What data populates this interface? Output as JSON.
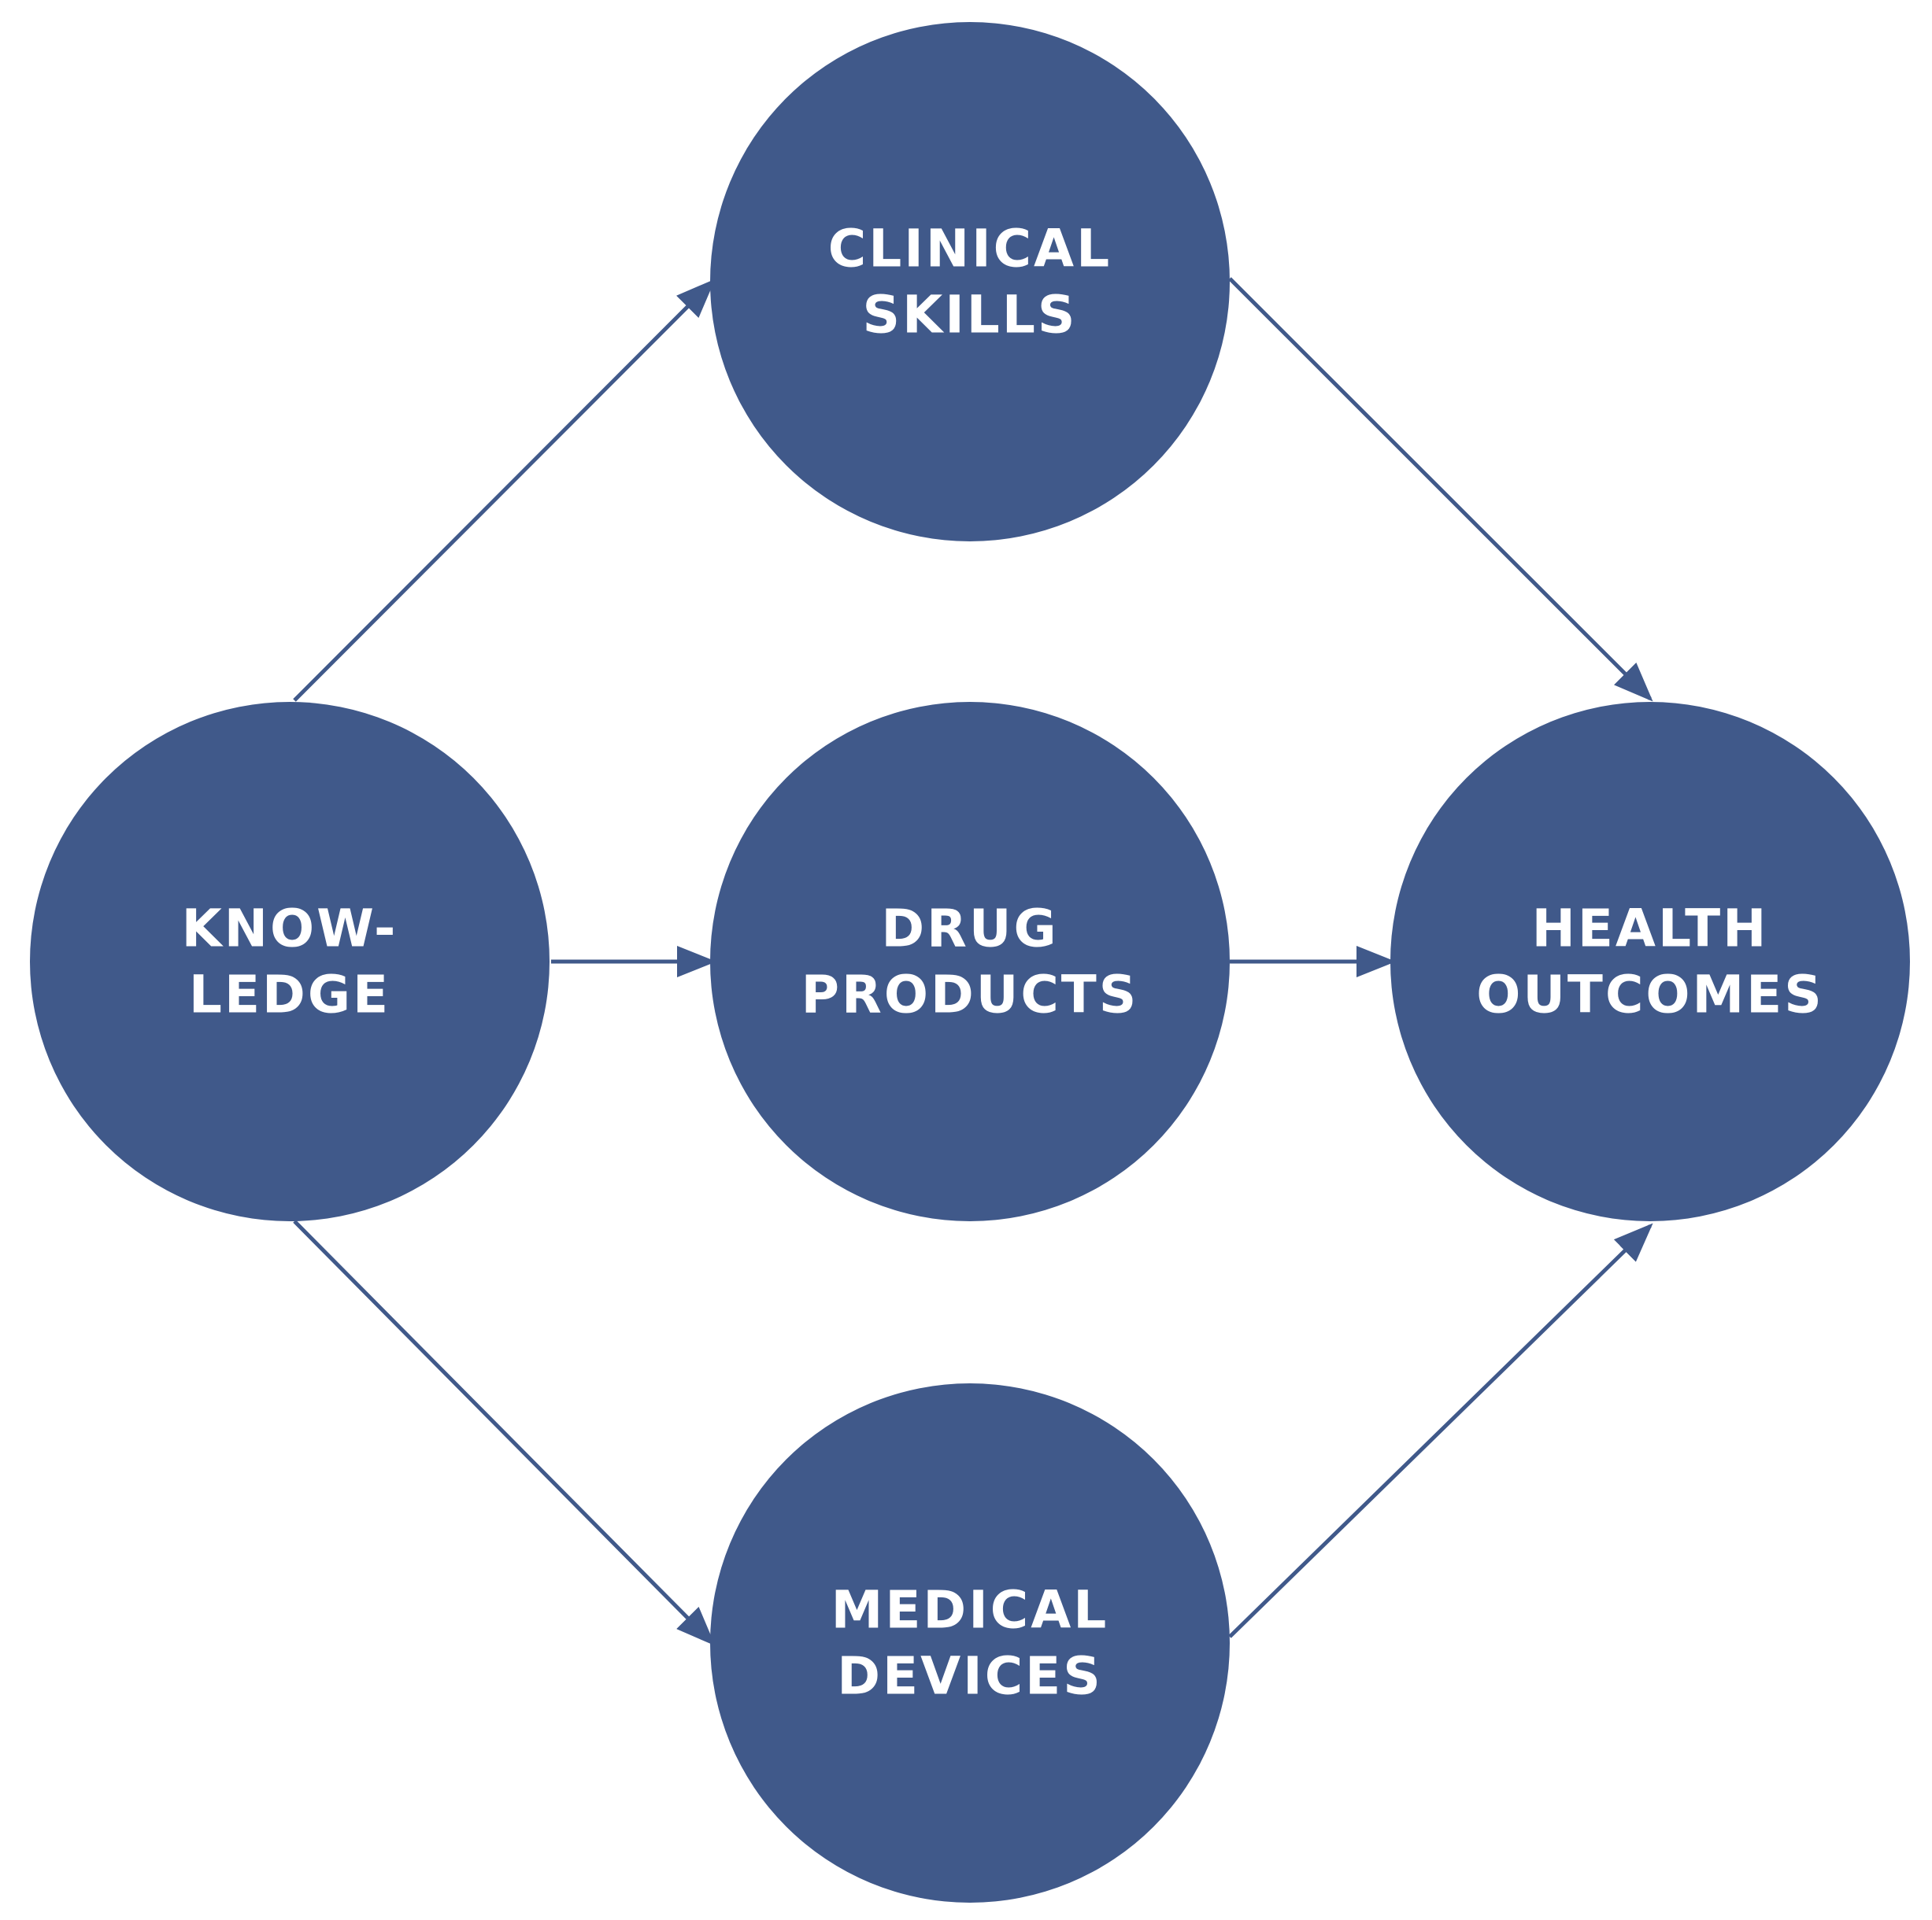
{
  "colors": {
    "node_fill": "#40598A",
    "edge_stroke": "#40598A",
    "label_text": "#FFFFFF",
    "background": "#FFFFFF"
  },
  "nodes": [
    {
      "id": "knowledge",
      "lines": [
        "KNOW-",
        "LEDGE"
      ]
    },
    {
      "id": "clinical-skills",
      "lines": [
        "CLINICAL",
        "SKILLS"
      ]
    },
    {
      "id": "drug-products",
      "lines": [
        "DRUG",
        "PRODUCTS"
      ]
    },
    {
      "id": "medical-devices",
      "lines": [
        "MEDICAL",
        "DEVICES"
      ]
    },
    {
      "id": "health-outcomes",
      "lines": [
        "HEALTH",
        "OUTCOMES"
      ]
    }
  ],
  "edges": [
    {
      "from": "knowledge",
      "to": "clinical-skills"
    },
    {
      "from": "knowledge",
      "to": "drug-products"
    },
    {
      "from": "knowledge",
      "to": "medical-devices"
    },
    {
      "from": "clinical-skills",
      "to": "health-outcomes"
    },
    {
      "from": "drug-products",
      "to": "health-outcomes"
    },
    {
      "from": "medical-devices",
      "to": "health-outcomes"
    }
  ]
}
